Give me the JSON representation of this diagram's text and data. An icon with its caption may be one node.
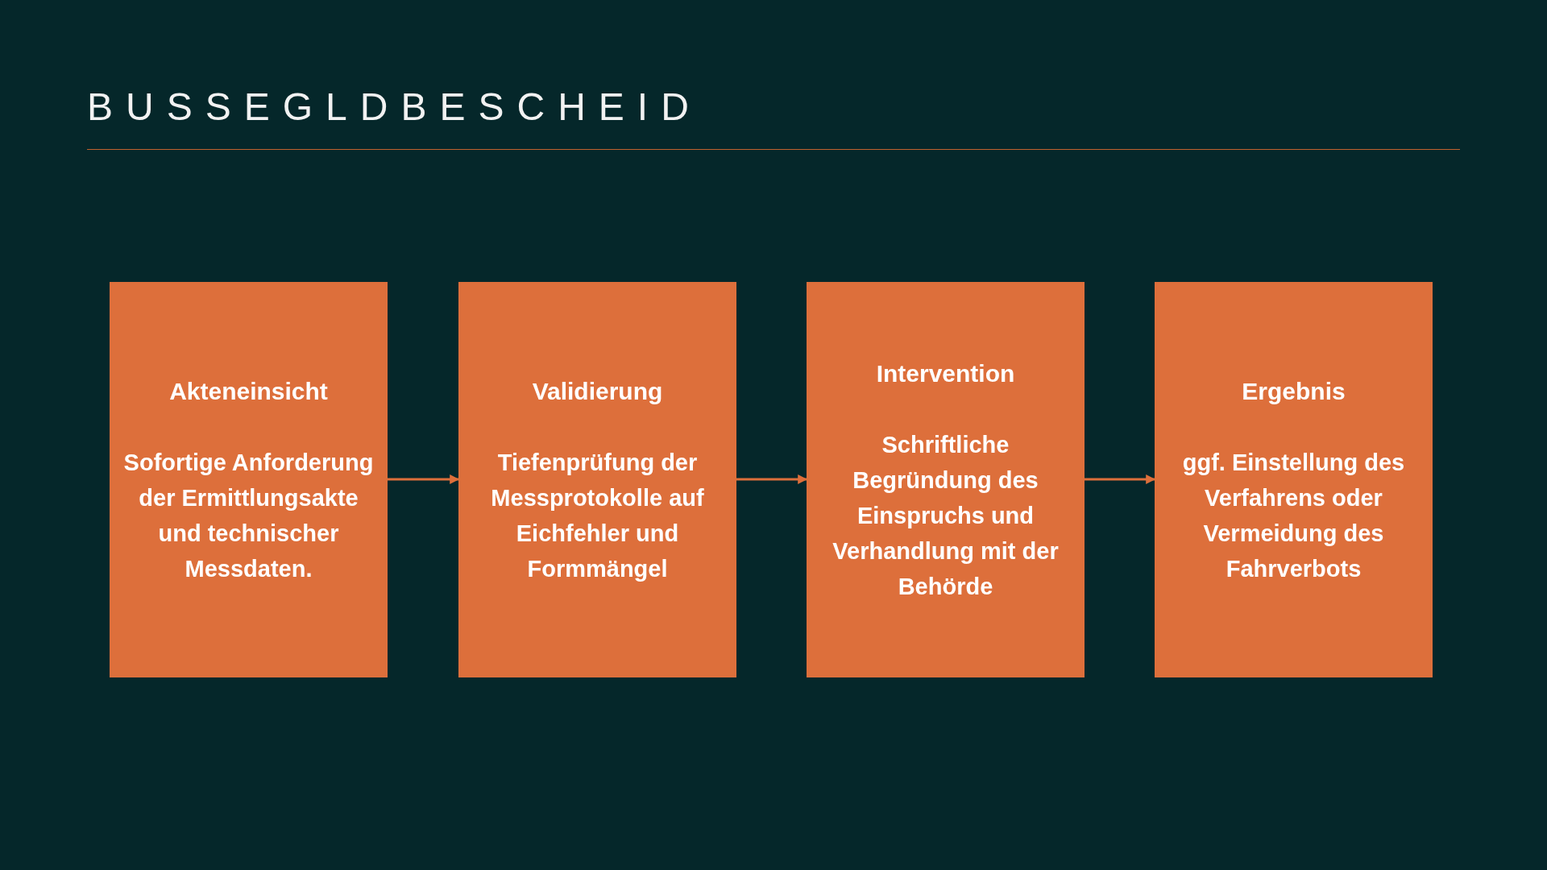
{
  "diagram": {
    "title": "BUSSEGLDBESCHEID",
    "nodes": [
      {
        "text": [
          "Akteneinsicht",
          "Sofortige Anforderung der Ermittlungsakte und technischer Messdaten."
        ]
      },
      {
        "text": [
          "Validierung",
          "Tiefenprüfung der Messprotokolle auf Eichfehler und Formmängel"
        ]
      },
      {
        "text": [
          "Intervention",
          "Schriftliche Begründung des Einspruchs und Verhandlung mit der Behörde"
        ]
      },
      {
        "text": [
          "Ergebnis",
          "ggf. Einstellung des Verfahrens oder Vermeidung des Fahrverbots"
        ]
      }
    ],
    "edges": [
      {
        "from": 0,
        "to": 1,
        "arrow": "to"
      },
      {
        "from": 1,
        "to": 2,
        "arrow": "to"
      },
      {
        "from": 2,
        "to": 3,
        "arrow": "to"
      }
    ]
  }
}
